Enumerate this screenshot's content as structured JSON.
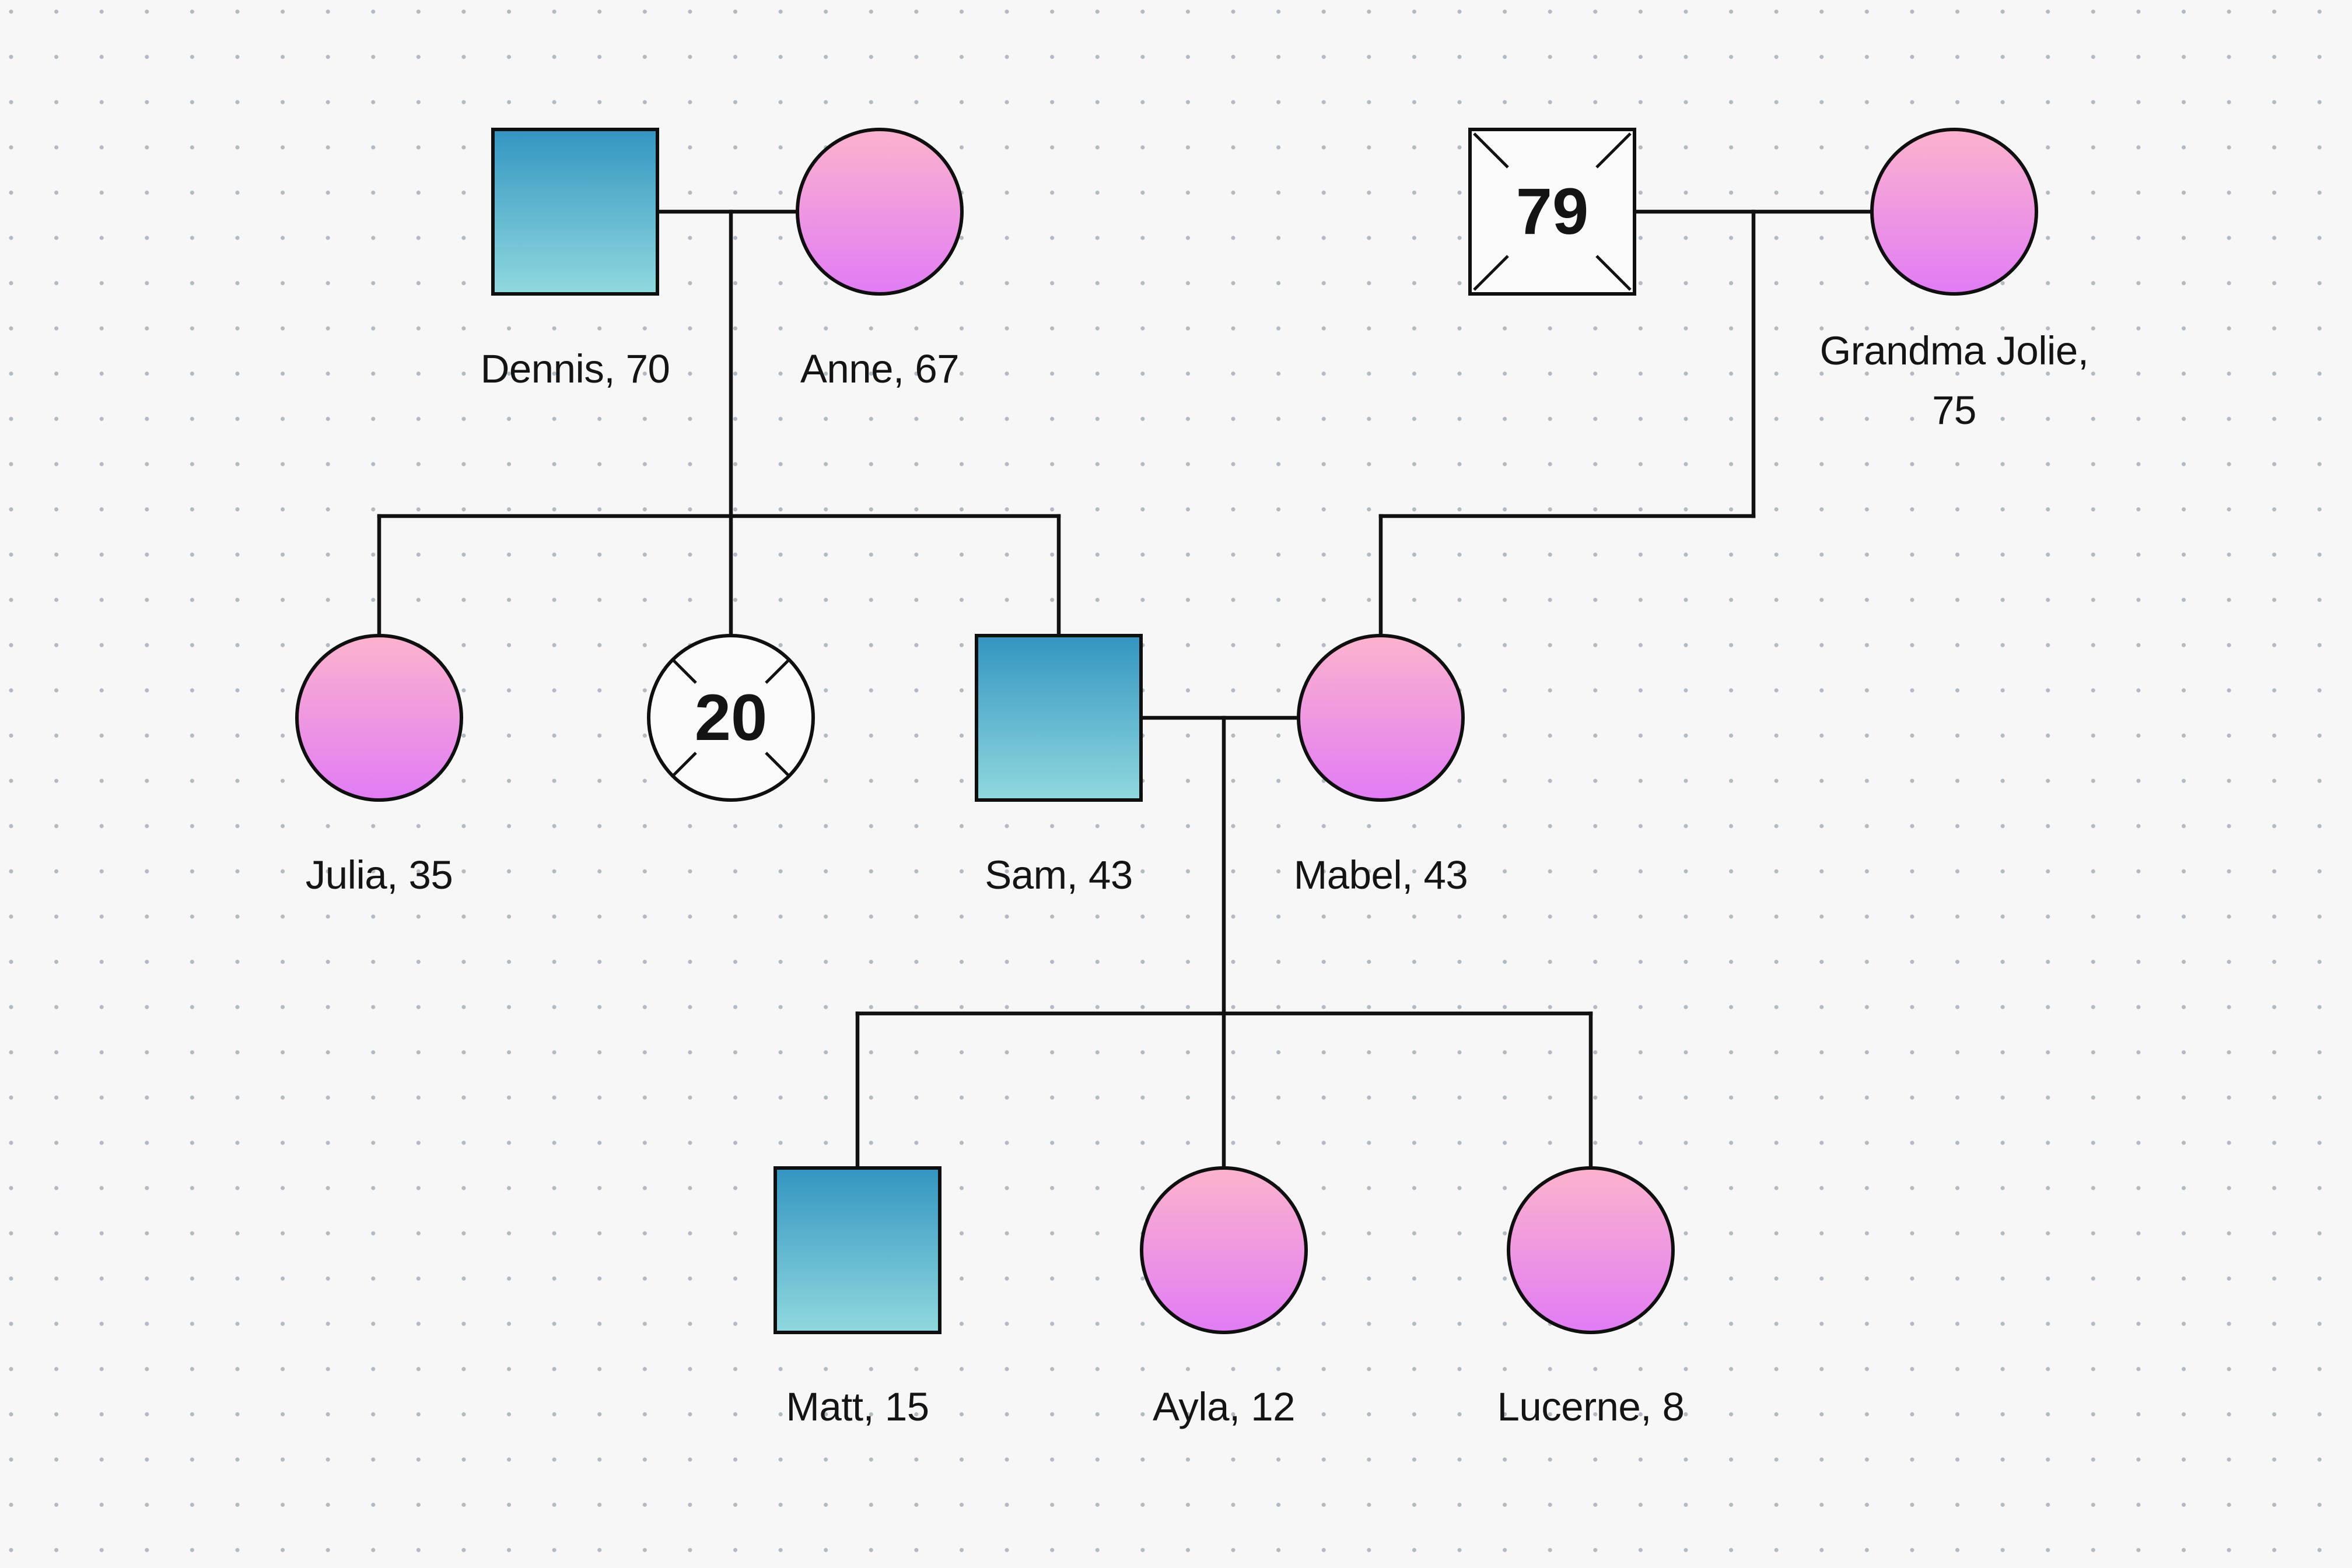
{
  "diagram_type": "family-genogram",
  "colors": {
    "background": "#f7f7f8",
    "grid_dot": "#b4bac2",
    "line": "#111111",
    "shape_border": "#0f0f0f",
    "male_gradient_top": "#3496c1",
    "male_gradient_bottom": "#8fd8de",
    "female_gradient_top": "#fcb3cd",
    "female_gradient_bottom": "#e17cf5",
    "deceased_fill": "#fbfbfc",
    "text": "#141414"
  },
  "people": {
    "dennis": {
      "label": "Dennis, 70",
      "gender": "male",
      "deceased": false
    },
    "anne": {
      "label": "Anne, 67",
      "gender": "female",
      "deceased": false
    },
    "grandpa": {
      "age": "79",
      "gender": "male",
      "deceased": true
    },
    "jolie": {
      "label": "Grandma Jolie, 75",
      "gender": "female",
      "deceased": false
    },
    "julia": {
      "label": "Julia, 35",
      "gender": "female",
      "deceased": false
    },
    "sibling20": {
      "age": "20",
      "gender": "female",
      "deceased": true
    },
    "sam": {
      "label": "Sam, 43",
      "gender": "male",
      "deceased": false
    },
    "mabel": {
      "label": "Mabel, 43",
      "gender": "female",
      "deceased": false
    },
    "matt": {
      "label": "Matt, 15",
      "gender": "male",
      "deceased": false
    },
    "ayla": {
      "label": "Ayla, 12",
      "gender": "female",
      "deceased": false
    },
    "lucerne": {
      "label": "Lucerne, 8",
      "gender": "female",
      "deceased": false
    }
  },
  "unions": [
    {
      "partners": [
        "Dennis, 70",
        "Anne, 67"
      ],
      "children": [
        "Julia, 35",
        "deceased sibling (20)",
        "Sam, 43"
      ]
    },
    {
      "partners": [
        "deceased grandfather (79)",
        "Grandma Jolie, 75"
      ],
      "children": [
        "Mabel, 43"
      ]
    },
    {
      "partners": [
        "Sam, 43",
        "Mabel, 43"
      ],
      "children": [
        "Matt, 15",
        "Ayla, 12",
        "Lucerne, 8"
      ]
    }
  ]
}
